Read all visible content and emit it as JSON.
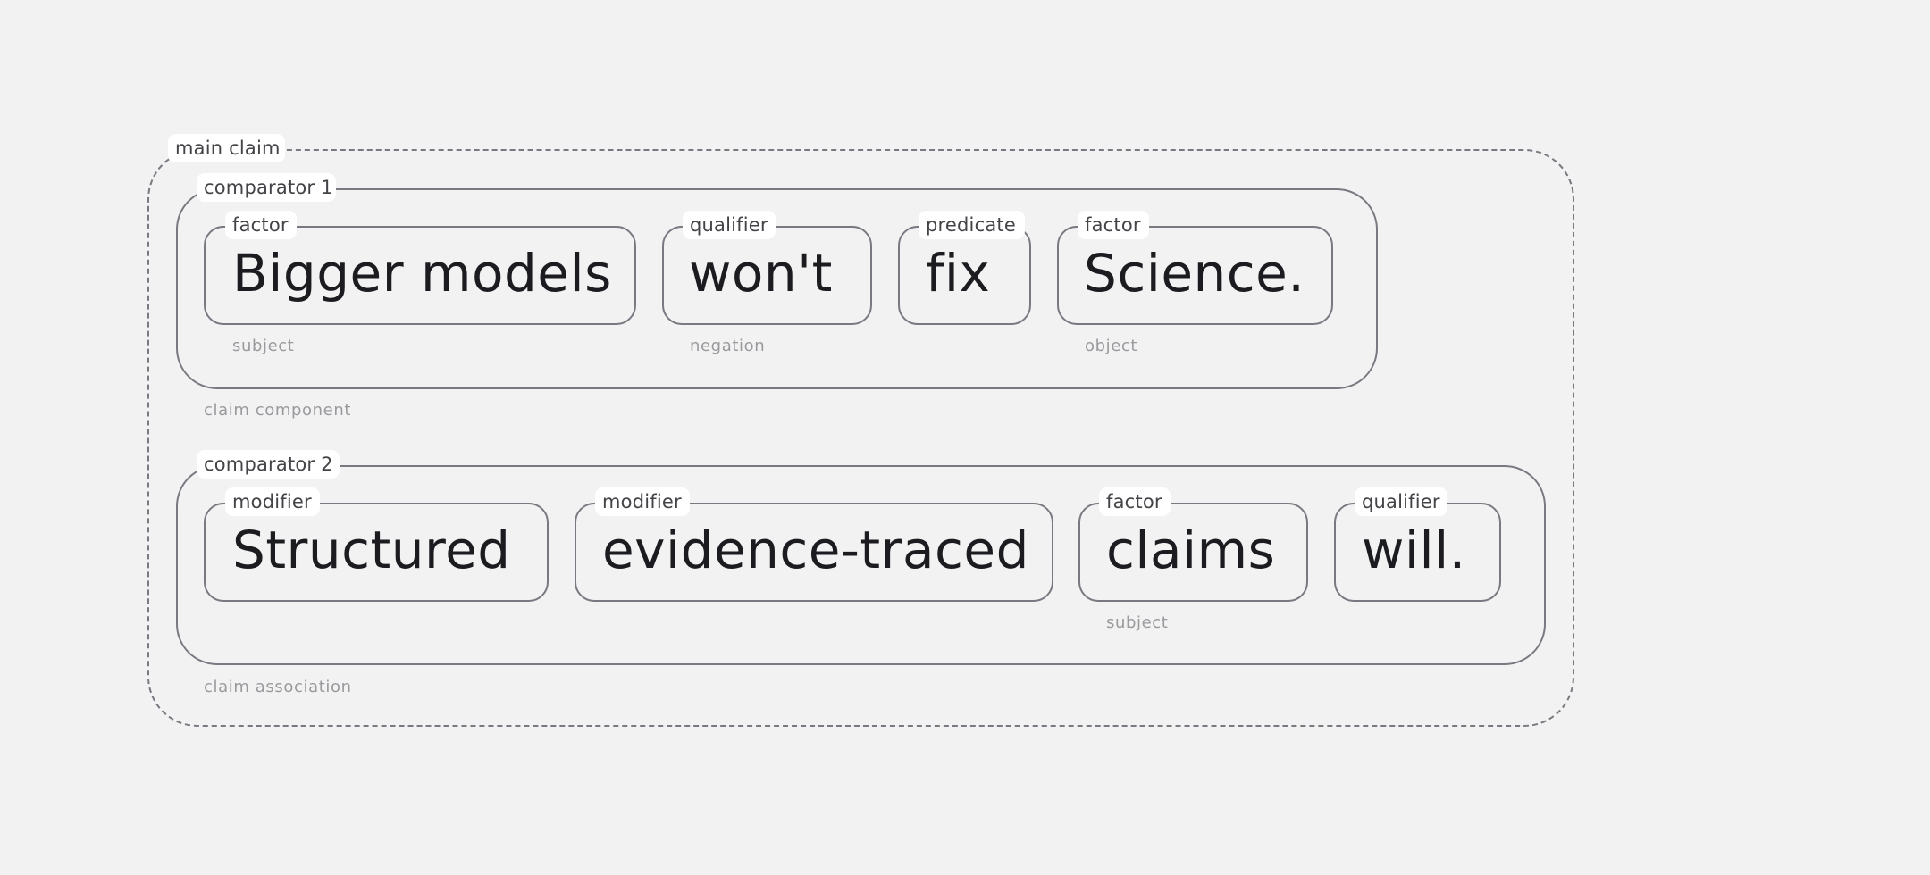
{
  "diagram": {
    "main": {
      "label": "main claim"
    },
    "comparators": [
      {
        "label": "comparator 1",
        "caption": "claim component",
        "tokens": [
          {
            "tag": "factor",
            "text": "Bigger models",
            "role": "subject"
          },
          {
            "tag": "qualifier",
            "text": "won't",
            "role": "negation"
          },
          {
            "tag": "predicate",
            "text": "fix",
            "role": ""
          },
          {
            "tag": "factor",
            "text": "Science.",
            "role": "object"
          }
        ]
      },
      {
        "label": "comparator 2",
        "caption": "claim association",
        "tokens": [
          {
            "tag": "modifier",
            "text": "Structured",
            "role": ""
          },
          {
            "tag": "modifier",
            "text": "evidence-traced",
            "role": ""
          },
          {
            "tag": "factor",
            "text": "claims",
            "role": "subject"
          },
          {
            "tag": "qualifier",
            "text": "will.",
            "role": ""
          }
        ]
      }
    ]
  },
  "colors": {
    "background": "#f2f2f2",
    "border": "#7a7880",
    "tag_background": "#ffffff",
    "word": "#1c1b1f",
    "role": "#9a999e"
  }
}
